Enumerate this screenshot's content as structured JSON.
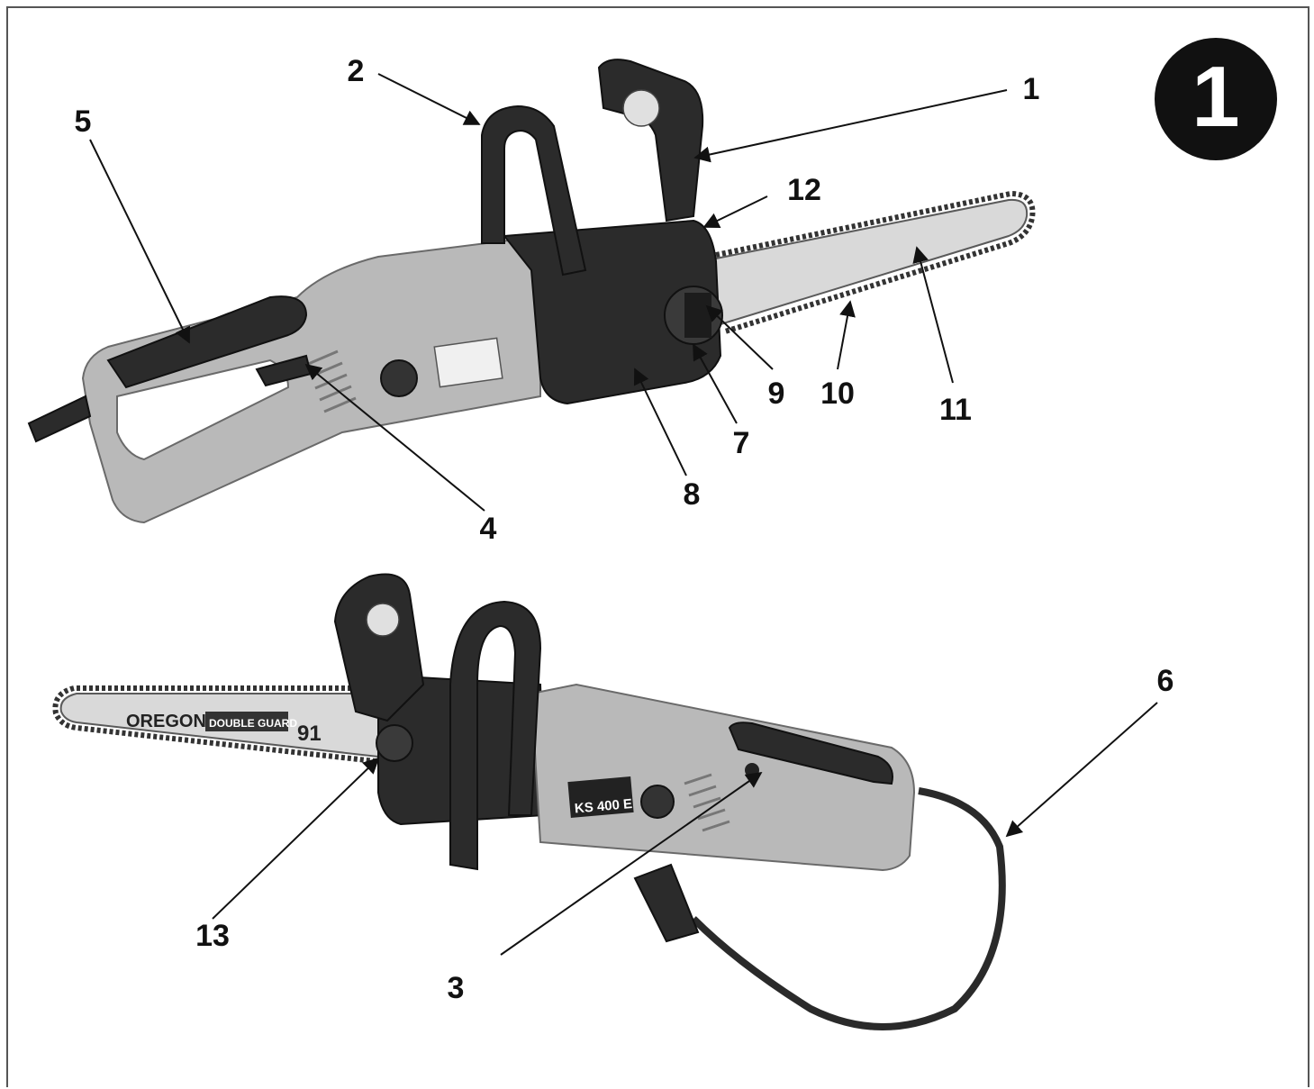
{
  "figure_number": "1",
  "callouts": [
    "1",
    "2",
    "3",
    "4",
    "5",
    "6",
    "7",
    "8",
    "9",
    "10",
    "11",
    "12",
    "13"
  ],
  "bar_brand": "OREGON",
  "bar_series": "DOUBLE GUARD",
  "bar_code": "91",
  "model_label": "KS 400 E",
  "colors": {
    "ink": "#111111",
    "frame": "#555555",
    "body": "#b9b9b9",
    "plastic": "#2b2b2b"
  }
}
